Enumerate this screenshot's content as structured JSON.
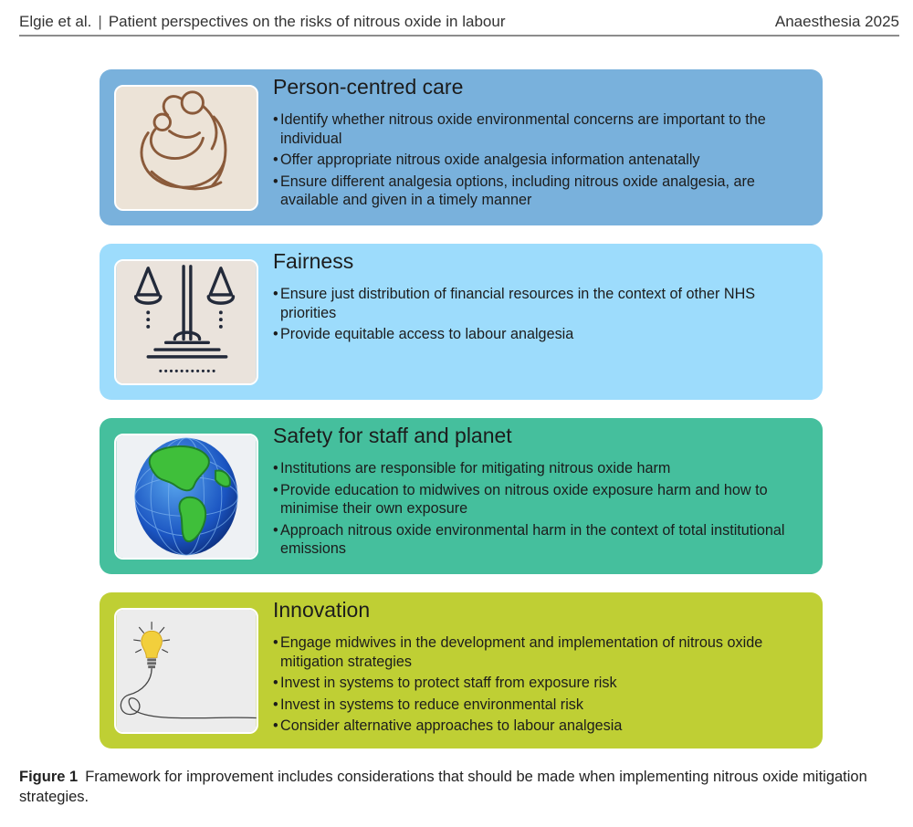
{
  "header": {
    "authors": "Elgie et al.",
    "separator": "|",
    "title": "Patient perspectives on the risks of nitrous oxide in labour",
    "journal": "Anaesthesia 2025"
  },
  "colors": {
    "person_centred": "#79b1dc",
    "fairness": "#9ddcfc",
    "safety": "#45bf9d",
    "innovation": "#bfcf34"
  },
  "panels": [
    {
      "title": "Person-centred care",
      "icon": "mother-child-icon",
      "bullets": [
        "Identify whether nitrous oxide environmental concerns are important to the individual",
        "Offer appropriate nitrous oxide analgesia information antenatally",
        "Ensure different analgesia options, including nitrous oxide analgesia, are available and given in a timely manner"
      ]
    },
    {
      "title": "Fairness",
      "icon": "scales-icon",
      "bullets": [
        "Ensure just distribution of financial resources in the context of other NHS priorities",
        "Provide equitable access to labour analgesia"
      ]
    },
    {
      "title": "Safety for staff and planet",
      "icon": "globe-icon",
      "bullets": [
        "Institutions are responsible for mitigating nitrous oxide harm",
        "Provide education to midwives on nitrous oxide exposure harm and how to minimise their own exposure",
        "Approach nitrous oxide environmental harm in the context of total institutional emissions"
      ]
    },
    {
      "title": "Innovation",
      "icon": "lightbulb-icon",
      "bullets": [
        "Engage midwives in the development and implementation of nitrous oxide mitigation strategies",
        "Invest in systems to protect staff from exposure risk",
        "Invest in systems to reduce environmental risk",
        "Consider alternative approaches to labour analgesia"
      ]
    }
  ],
  "caption": {
    "label": "Figure 1",
    "text": "Framework for improvement includes considerations that should be made when implementing nitrous oxide mitigation strategies."
  }
}
